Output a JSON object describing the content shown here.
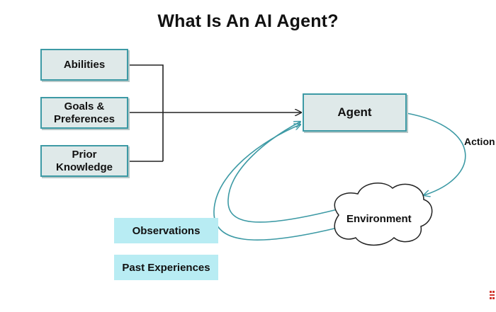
{
  "title": "What Is An AI Agent?",
  "inputs": [
    {
      "label": "Abilities"
    },
    {
      "label": "Goals &\nPreferences"
    },
    {
      "label": "Prior\nKnowledge"
    }
  ],
  "agent": {
    "label": "Agent"
  },
  "environment": {
    "label": "Environment"
  },
  "action_label": "Action",
  "feedback": [
    {
      "label": "Observations"
    },
    {
      "label": "Past Experiences"
    }
  ],
  "colors": {
    "box_fill": "#dfe9e9",
    "box_border": "#3d9aa5",
    "tag_fill": "#b8ecf3",
    "arrow_teal": "#3d9aa5",
    "line_dark": "#222222"
  }
}
